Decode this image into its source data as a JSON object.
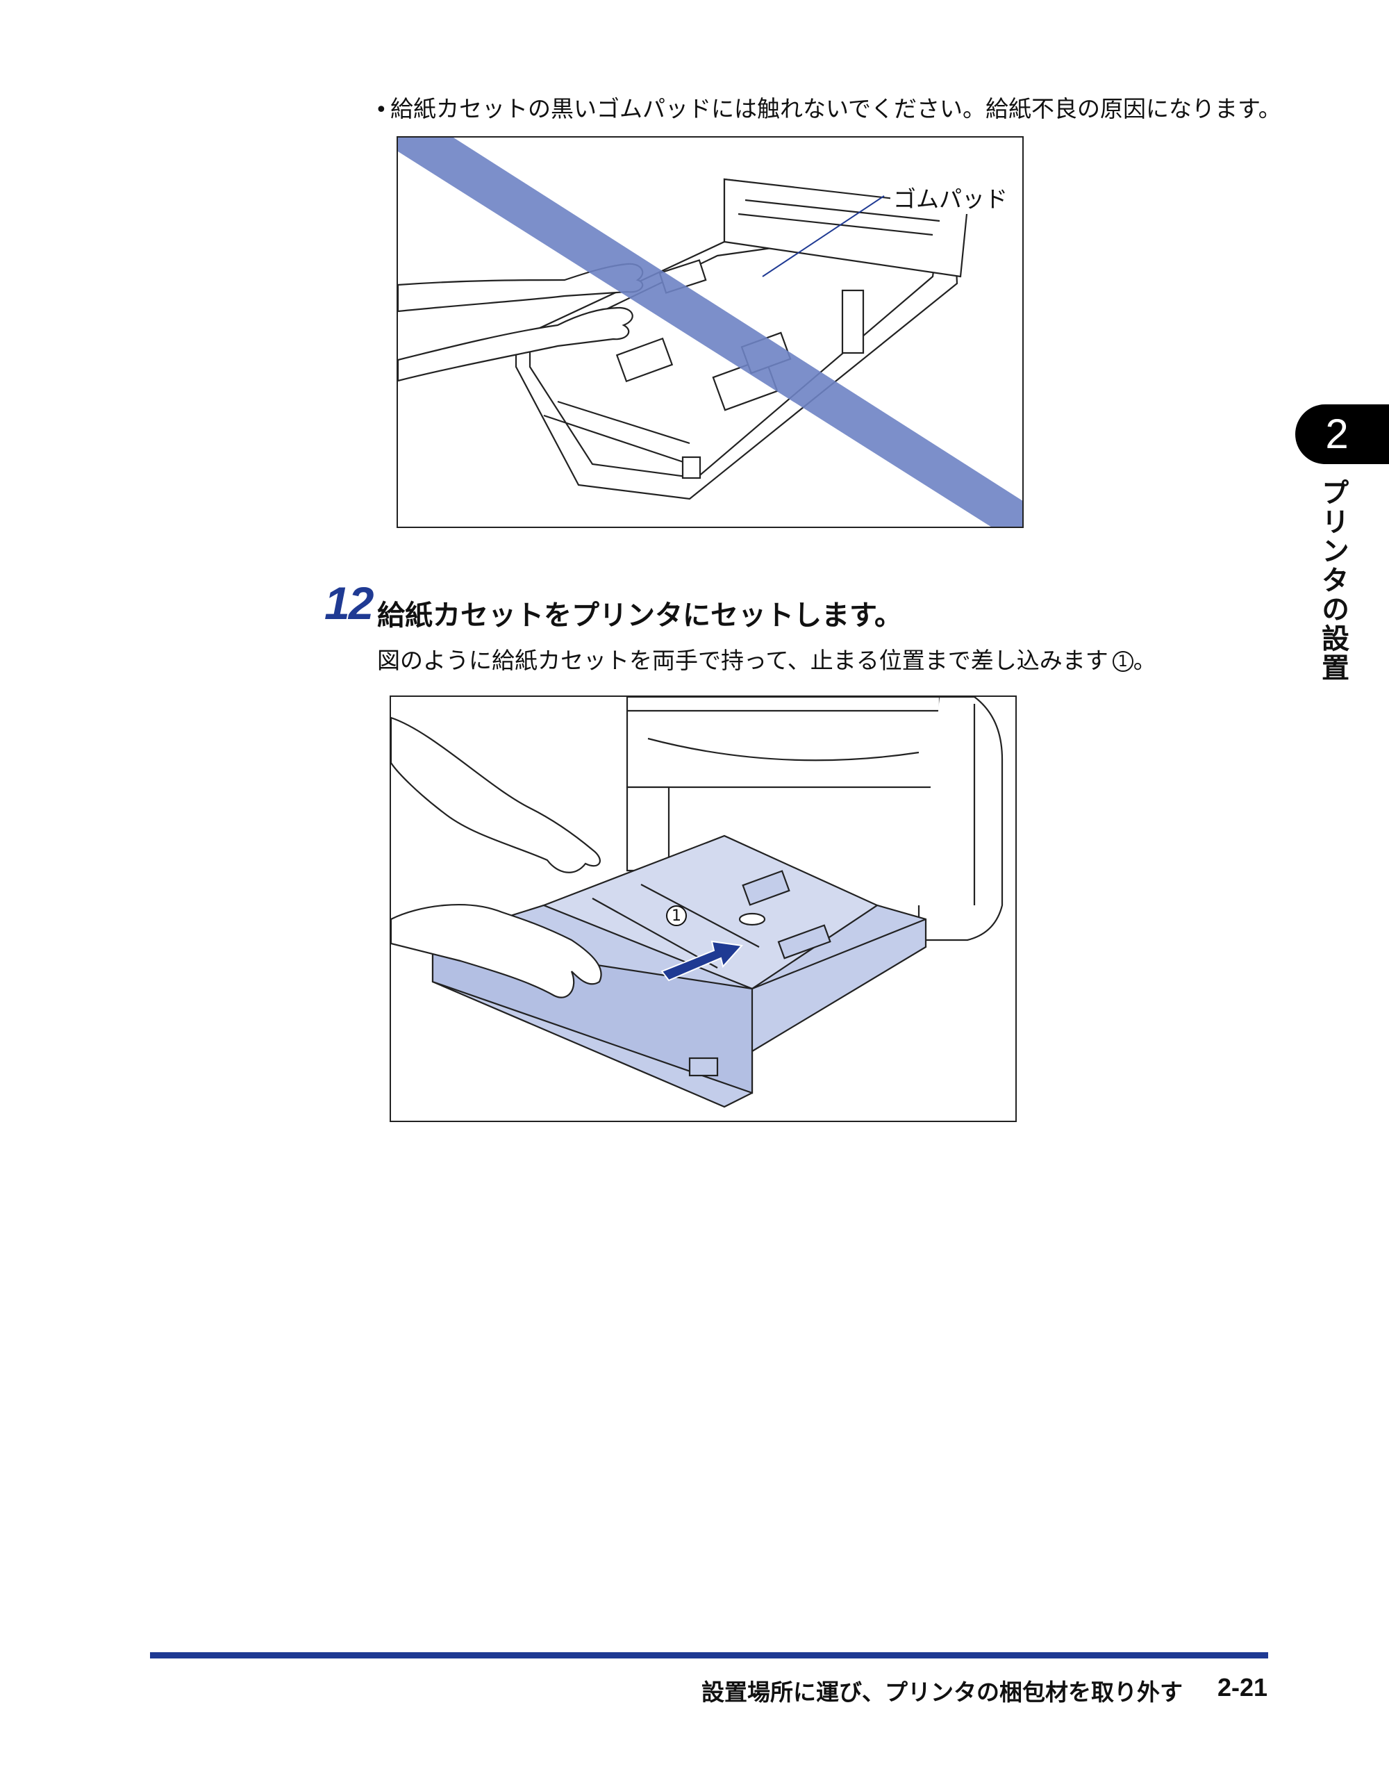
{
  "note": {
    "bullet": "•",
    "text": "給紙カセットの黒いゴムパッドには触れないでください。給紙不良の原因になります。"
  },
  "figure1": {
    "callout": "ゴムパッド",
    "prohibited_band_color": "#6e83c4"
  },
  "step": {
    "number": "12",
    "title": "給紙カセットをプリンタにセットします。",
    "description": "図のように給紙カセットを両手で持って、止まる位置まで差し込みます",
    "marker": "1",
    "end": "。"
  },
  "figure2": {
    "marker": "1",
    "tray_color": "#c3cdea",
    "arrow_color": "#1f3a93"
  },
  "chapter": {
    "number": "2",
    "label": "プリンタの設置"
  },
  "footer": {
    "title": "設置場所に運び、プリンタの梱包材を取り外す",
    "page": "2-21",
    "rule_color": "#1f3a93"
  }
}
